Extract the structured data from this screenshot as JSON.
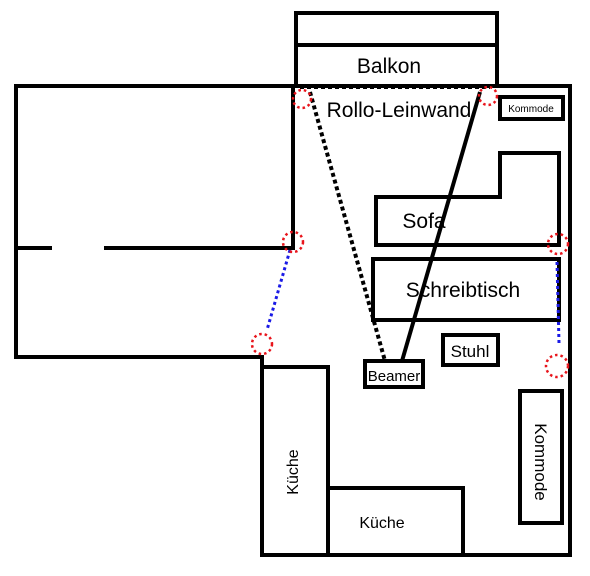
{
  "labels": {
    "balkon": "Balkon",
    "leinwand": "Rollo-Leinwand",
    "kommode_top": "Kommode",
    "sofa": "Sofa",
    "schreibtisch": "Schreibtisch",
    "stuhl": "Stuhl",
    "beamer": "Beamer",
    "kueche_left": "Küche",
    "kueche_bottom": "Küche",
    "kommode_right": "Kommode"
  },
  "colors": {
    "wall": "#000000",
    "marker": "#e8141b",
    "cable": "#1a1ae6",
    "background": "#ffffff"
  },
  "icons": {
    "marker": "dotted-circle",
    "cable": "dashed-line"
  }
}
